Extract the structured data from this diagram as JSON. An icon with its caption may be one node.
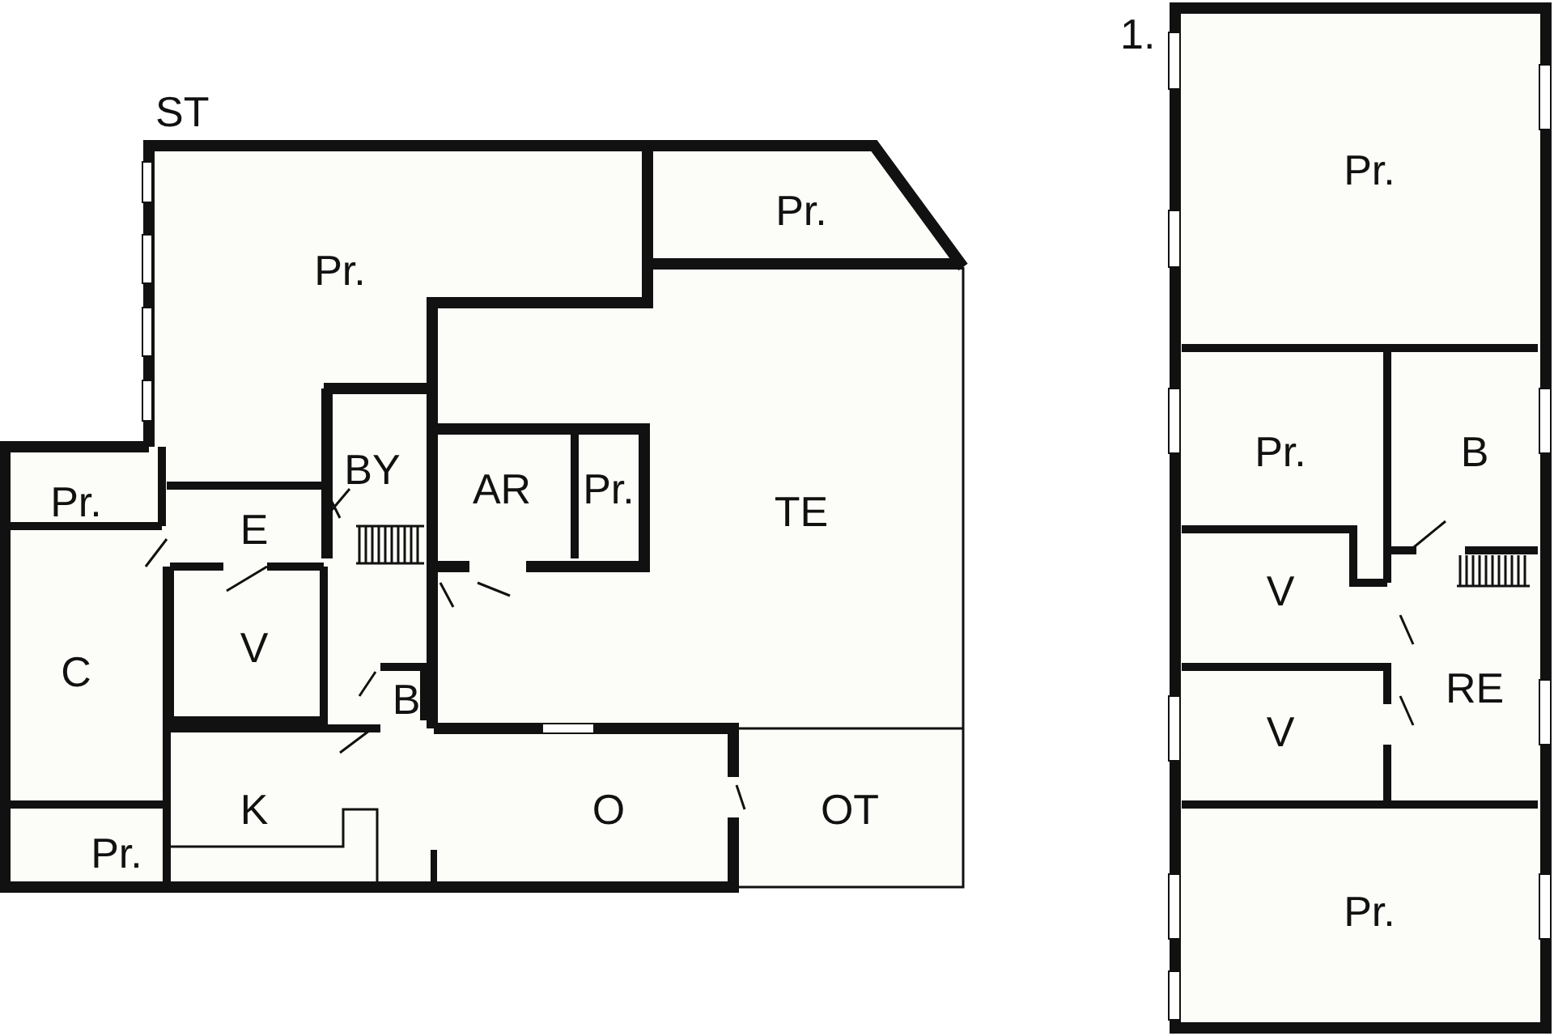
{
  "diagram": {
    "nodes": [
      {
        "text": [
          "Pr."
        ]
      },
      {
        "text": [
          "Pr."
        ]
      },
      {
        "text": [
          "BY"
        ]
      },
      {
        "text": [
          "Pr."
        ]
      },
      {
        "text": [
          "E"
        ]
      },
      {
        "text": [
          "AR"
        ]
      },
      {
        "text": [
          "Pr."
        ]
      },
      {
        "text": [
          "TE"
        ]
      },
      {
        "text": [
          "C"
        ]
      },
      {
        "text": [
          "V"
        ]
      },
      {
        "text": [
          "B"
        ]
      },
      {
        "text": [
          "K"
        ]
      },
      {
        "text": [
          "O"
        ]
      },
      {
        "text": [
          "OT"
        ]
      },
      {
        "text": [
          "Pr."
        ]
      },
      {
        "text": [
          "Pr."
        ]
      },
      {
        "text": [
          "Pr."
        ]
      },
      {
        "text": [
          "B"
        ]
      },
      {
        "text": [
          "V"
        ]
      },
      {
        "text": [
          "RE"
        ]
      },
      {
        "text": [
          "V"
        ]
      },
      {
        "text": [
          "Pr."
        ]
      }
    ],
    "labels": [
      "ST",
      "1."
    ]
  }
}
